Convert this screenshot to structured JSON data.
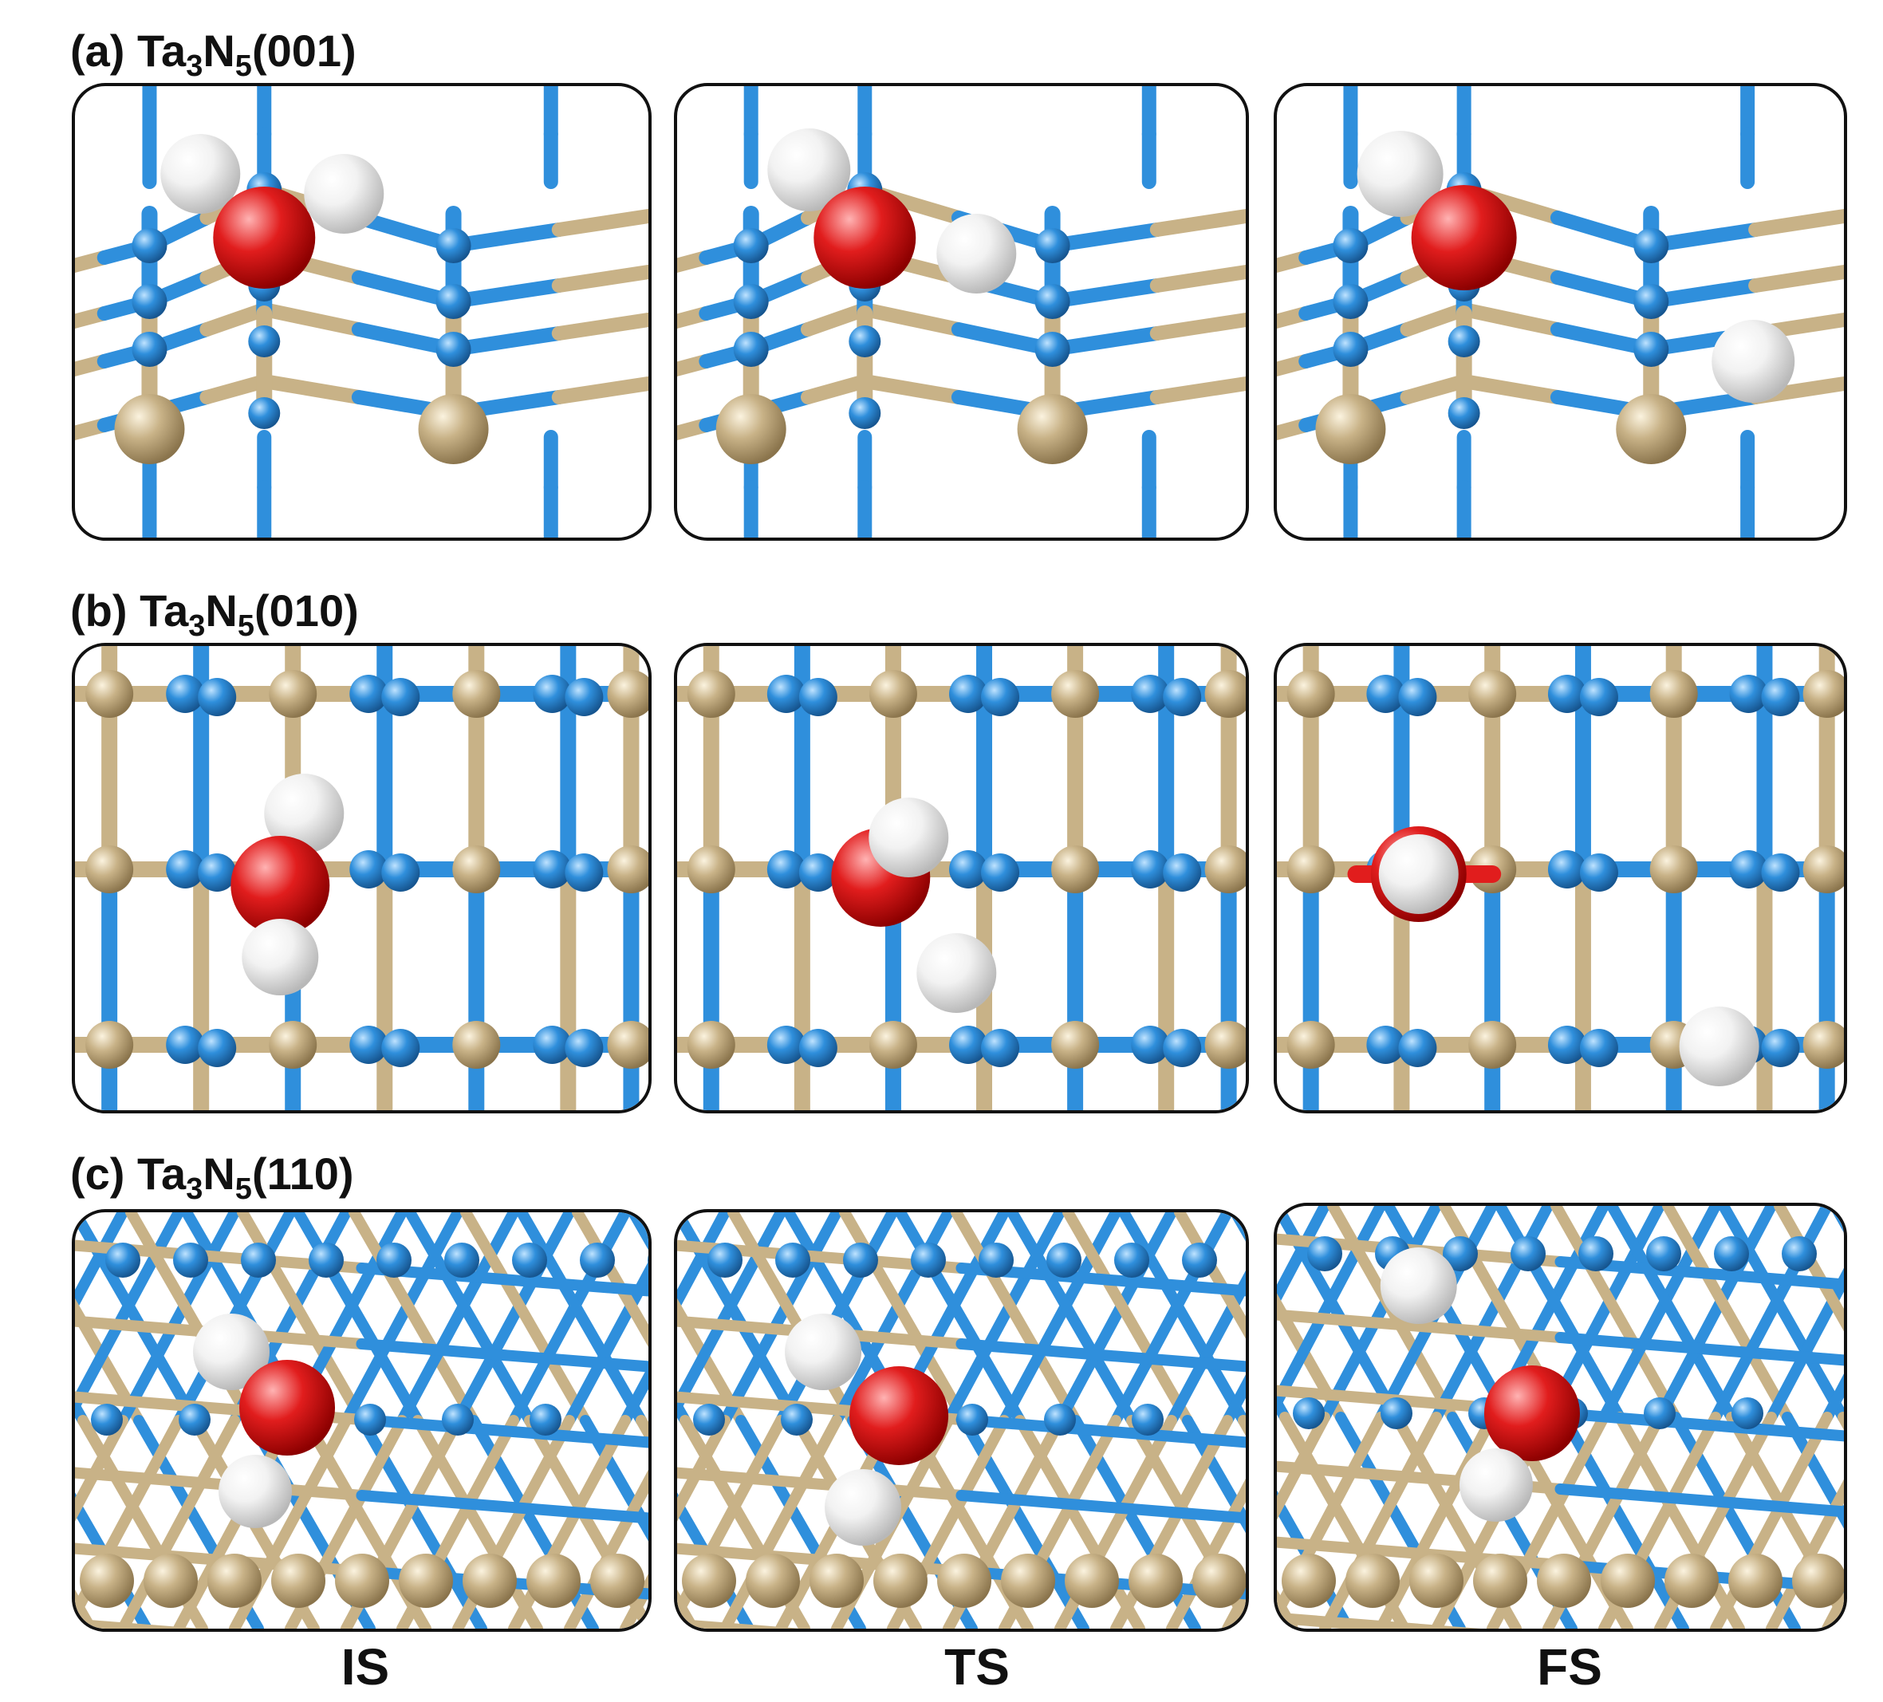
{
  "rows": [
    {
      "prefix": "(a) Ta",
      "sub1": "3",
      "mid": "N",
      "sub2": "5",
      "suffix": "(001)"
    },
    {
      "prefix": "(b) Ta",
      "sub1": "3",
      "mid": "N",
      "sub2": "5",
      "suffix": "(010)"
    },
    {
      "prefix": "(c) Ta",
      "sub1": "3",
      "mid": "N",
      "sub2": "5",
      "suffix": "(110)"
    }
  ],
  "columns": [
    "IS",
    "TS",
    "FS"
  ],
  "colors": {
    "ta": "#c8b287",
    "n": "#2f8fdc",
    "o": "#e11d1d",
    "h": "#f2f2f2",
    "border": "#111111"
  },
  "legend_atoms": [
    "ta-atom",
    "n-atom",
    "o-atom",
    "h-atom"
  ]
}
